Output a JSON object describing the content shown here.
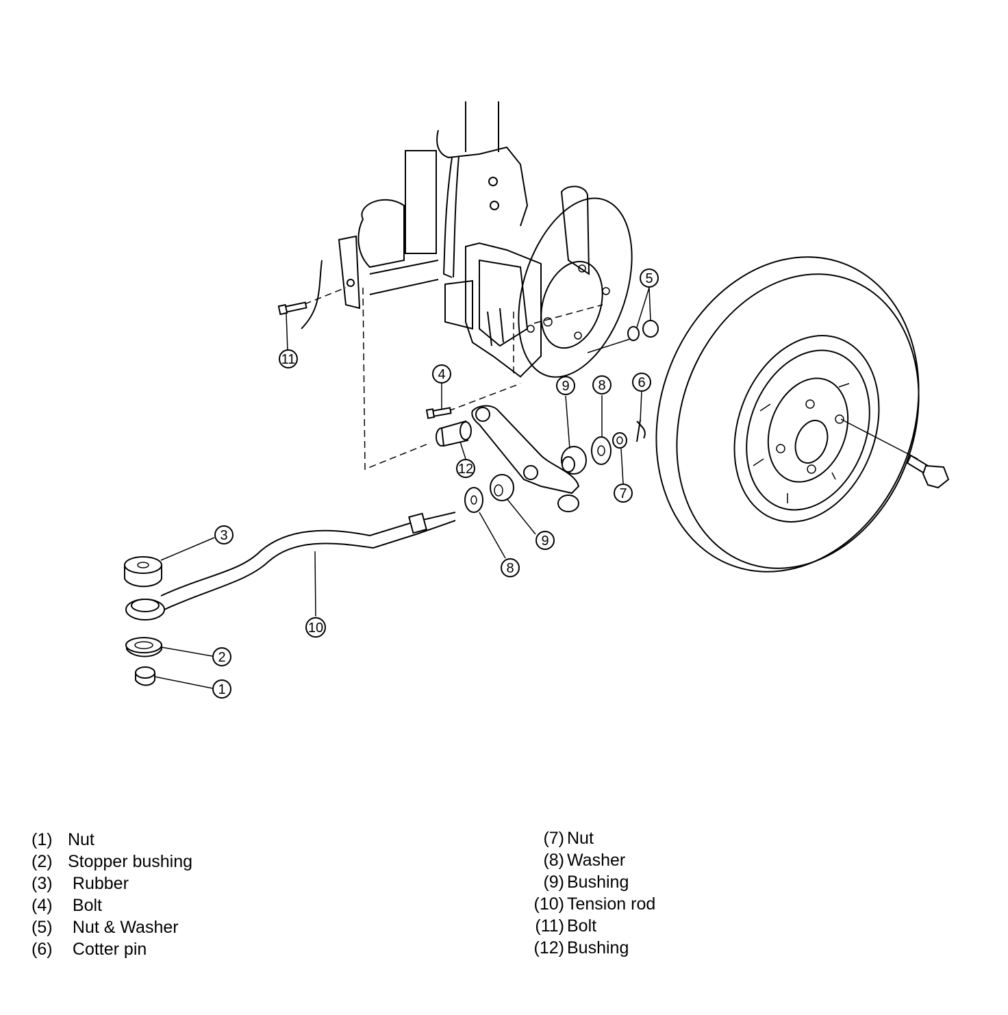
{
  "callouts": {
    "c1": "1",
    "c2": "2",
    "c3": "3",
    "c4": "4",
    "c5": "5",
    "c6": "6",
    "c7": "7",
    "c8a": "8",
    "c8b": "8",
    "c9a": "9",
    "c9b": "9",
    "c10": "10",
    "c11": "11",
    "c12": "12"
  },
  "legend": {
    "left": [
      {
        "num": "(1)",
        "label": "Nut"
      },
      {
        "num": "(2)",
        "label": "Stopper bushing"
      },
      {
        "num": "(3)",
        "label": "Rubber"
      },
      {
        "num": "(4)",
        "label": "Bolt"
      },
      {
        "num": "(5)",
        "label": "Nut & Washer"
      },
      {
        "num": "(6)",
        "label": "Cotter pin"
      }
    ],
    "right": [
      {
        "num": "(7)",
        "label": "Nut"
      },
      {
        "num": "(8)",
        "label": "Washer"
      },
      {
        "num": "(9)",
        "label": "Bushing"
      },
      {
        "num": "(10)",
        "label": "Tension rod"
      },
      {
        "num": "(11)",
        "label": "Bolt"
      },
      {
        "num": "(12)",
        "label": "Bushing"
      }
    ]
  }
}
